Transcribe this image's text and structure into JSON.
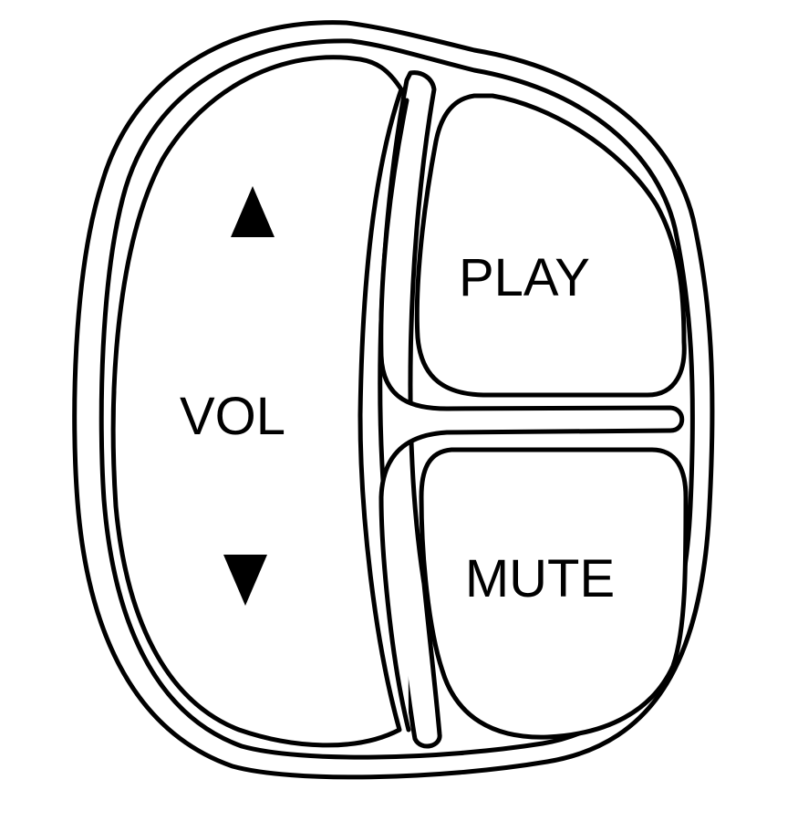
{
  "controls": {
    "volume": {
      "label": "VOL",
      "up_icon": "triangle-up-icon",
      "down_icon": "triangle-down-icon"
    },
    "play": {
      "label": "PLAY"
    },
    "mute": {
      "label": "MUTE"
    }
  },
  "colors": {
    "line": "#000000",
    "background": "#ffffff"
  }
}
